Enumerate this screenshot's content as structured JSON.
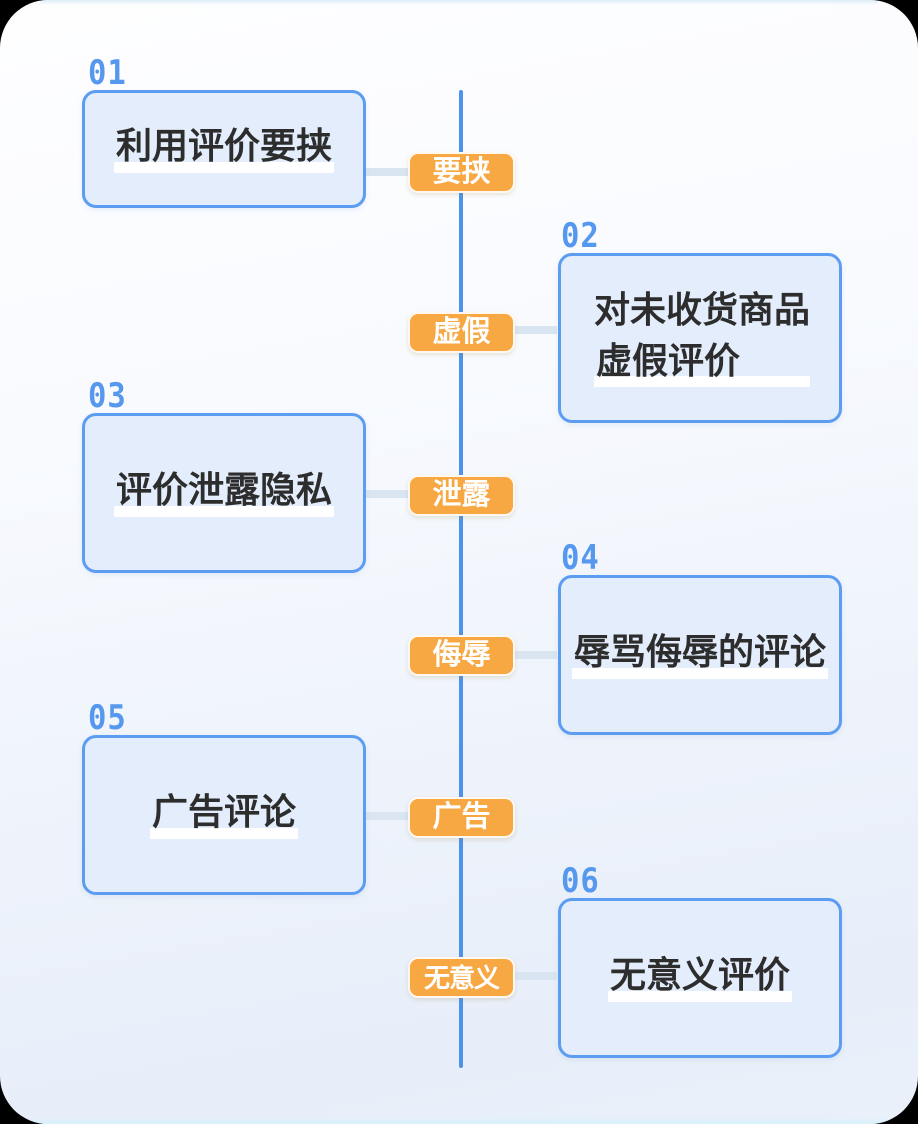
{
  "colors": {
    "badge_bg": "#F7A843",
    "line": "#4D93EC",
    "card_border": "#5C9DF1",
    "card_fill": "#E3EDFB",
    "number": "#5598EE",
    "underline": "#FFFFFF",
    "text": "#2D2D2D",
    "bg_top": "#FEFEFF",
    "bg_bottom": "#E7EEF9",
    "connector": "#DAE5F2"
  },
  "timeline": {
    "items": [
      {
        "number": "01",
        "side": "left",
        "title": "利用评价要挟",
        "badge": "要挟"
      },
      {
        "number": "02",
        "side": "right",
        "title_line1": "对未收货商品",
        "title_line2": "虚假评价",
        "badge": "虚假"
      },
      {
        "number": "03",
        "side": "left",
        "title": "评价泄露隐私",
        "badge": "泄露"
      },
      {
        "number": "04",
        "side": "right",
        "title": "辱骂侮辱的评论",
        "badge": "侮辱"
      },
      {
        "number": "05",
        "side": "left",
        "title": "广告评论",
        "badge": "广告"
      },
      {
        "number": "06",
        "side": "right",
        "title": "无意义评价",
        "badge": "无意义"
      }
    ]
  }
}
